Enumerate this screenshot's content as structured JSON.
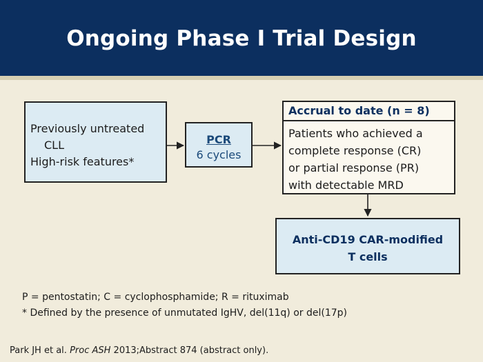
{
  "slide": {
    "title": "Ongoing Phase I Trial Design"
  },
  "diagram": {
    "previously": {
      "line1": "Previously untreated",
      "line2": "CLL",
      "line3": "High-risk features*"
    },
    "pcr": {
      "title": "PCR",
      "subtitle": "6 cycles"
    },
    "accrual": {
      "header": "Accrual to date (n = 8)",
      "lines": [
        "Patients who achieved a",
        "complete response (CR)",
        "or partial response (PR)",
        "with detectable MRD"
      ]
    },
    "car": {
      "line1": "Anti-CD19 CAR-modified",
      "line2": "T cells"
    }
  },
  "footnotes": {
    "abbreviations": "P = pentostatin; C = cyclophosphamide; R = rituximab",
    "definition": "* Defined by the presence of unmutated IgHV, del(11q) or del(17p)"
  },
  "citation": {
    "authors": "Park JH et al.",
    "journal": "Proc ASH",
    "rest": "2013;Abstract 874 (abstract only)."
  },
  "colors": {
    "header_bg": "#0c2f5f",
    "background": "#f1ecdc",
    "box_fill": "#dcebf3",
    "accrual_fill": "#fbf8ef"
  }
}
